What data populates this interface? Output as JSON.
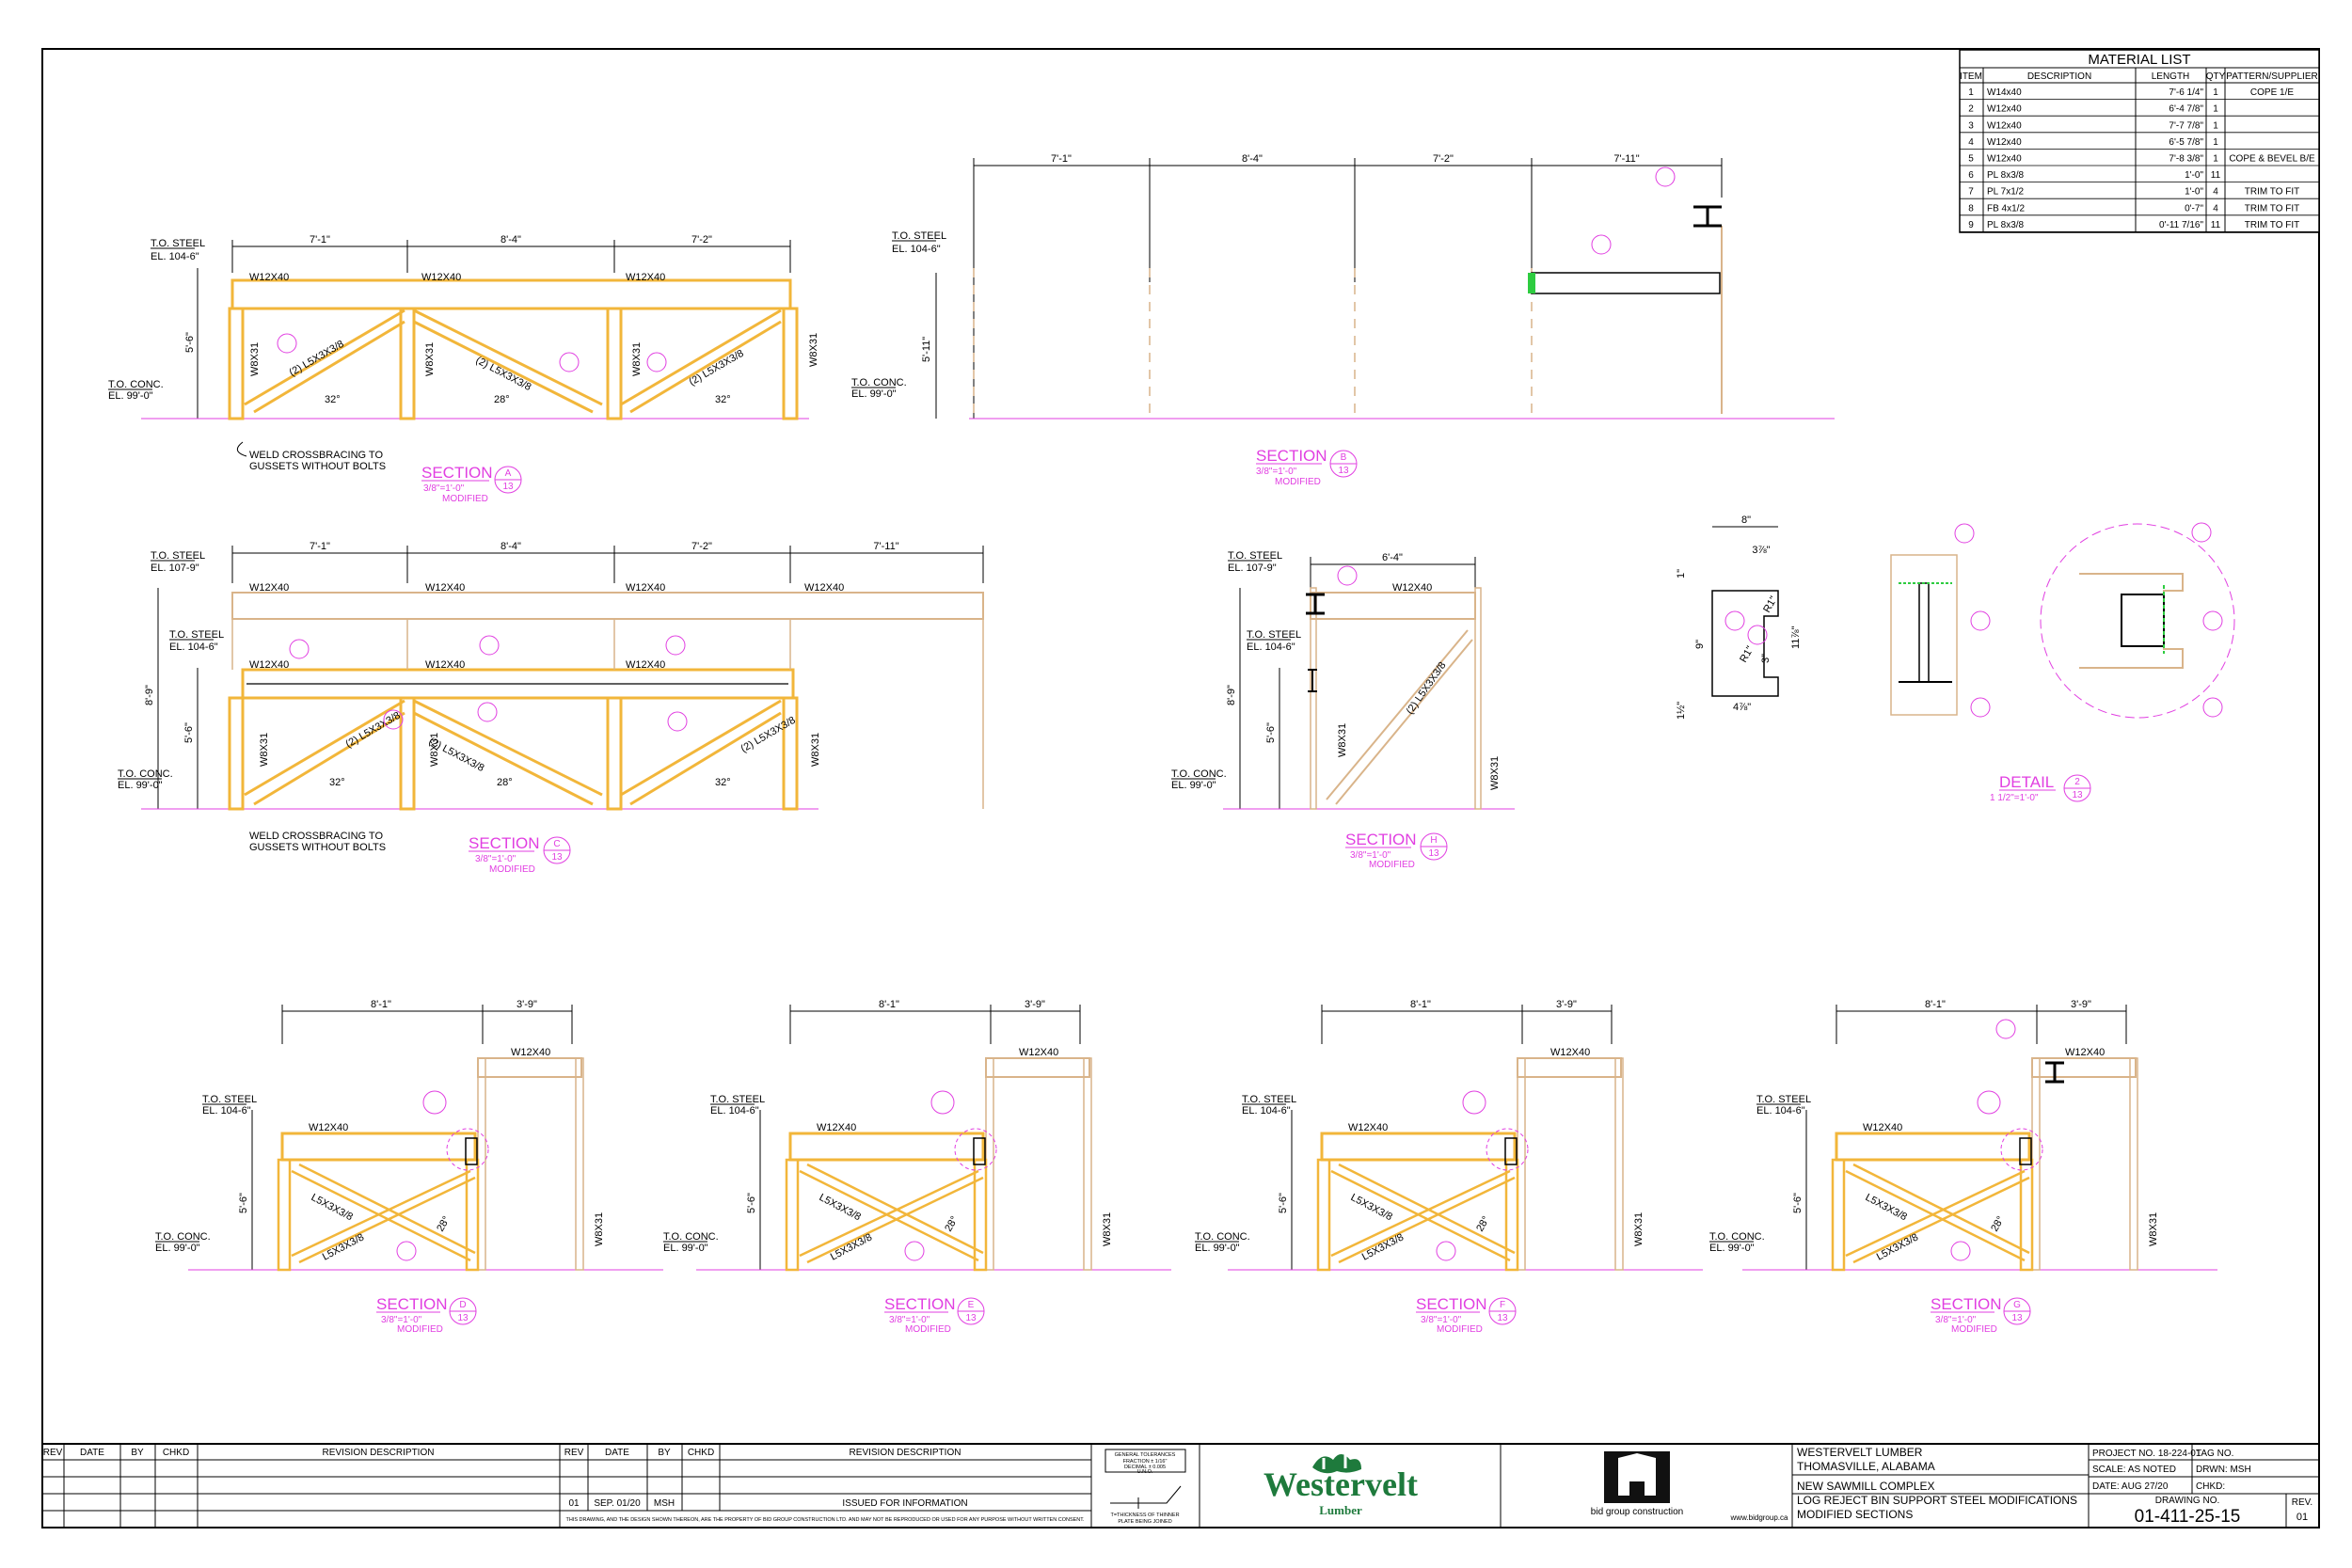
{
  "material_list": {
    "title": "MATERIAL LIST",
    "headers": [
      "ITEM",
      "DESCRIPTION",
      "LENGTH",
      "QTY",
      "PATTERN/SUPPLIER"
    ],
    "rows": [
      [
        "1",
        "W14x40",
        "7'-6 1/4\"",
        "1",
        "COPE 1/E"
      ],
      [
        "2",
        "W12x40",
        "6'-4 7/8\"",
        "1",
        ""
      ],
      [
        "3",
        "W12x40",
        "7'-7 7/8\"",
        "1",
        ""
      ],
      [
        "4",
        "W12x40",
        "6'-5 7/8\"",
        "1",
        ""
      ],
      [
        "5",
        "W12x40",
        "7'-8 3/8\"",
        "1",
        "COPE & BEVEL B/E"
      ],
      [
        "6",
        "PL 8x3/8",
        "1'-0\"",
        "11",
        ""
      ],
      [
        "7",
        "PL 7x1/2",
        "1'-0\"",
        "4",
        "TRIM TO FIT"
      ],
      [
        "8",
        "FB 4x1/2",
        "0'-7\"",
        "4",
        "TRIM TO FIT"
      ],
      [
        "9",
        "PL 8x3/8",
        "0'-11 7/16\"",
        "11",
        "TRIM TO FIT"
      ]
    ]
  },
  "labels": {
    "to_steel": "T.O. STEEL",
    "to_conc": "T.O. CONC.",
    "el_1046": "EL. 104-6\"",
    "el_1079": "EL. 107-9\"",
    "el_990": "EL. 99'-0\"",
    "w12x40": "W12X40",
    "w8x31": "W8X31",
    "brace_45": "(2) L5X3X3/8",
    "brace_l5": "L5X3X3/8",
    "weld_note_1": "WELD CROSSBRACING TO",
    "weld_note_2": "GUSSETS WITHOUT BOLTS",
    "scale": "3/8\"=1'-0\"",
    "modified": "MODIFIED",
    "section": "SECTION",
    "detail": "DETAIL",
    "detail_scale": "1 1/2\"=1'-0\"",
    "sheet_no": "13"
  },
  "dims": {
    "d71": "7'-1\"",
    "d84": "8'-4\"",
    "d72": "7'-2\"",
    "d711": "7'-11\"",
    "d56": "5'-6\"",
    "d511": "5'-11\"",
    "d89": "8'-9\"",
    "d64": "6'-4\"",
    "d81": "8'-1\"",
    "d39": "3'-9\"",
    "a32": "32°",
    "a28": "28°",
    "det_8": "8\"",
    "det_318": "3⅞\"",
    "det_9": "9\"",
    "det_1": "1\"",
    "det_1116": "11⅞\"",
    "det_12": "1½\"",
    "det_434": "4⅞\"",
    "det_r1a": "R1\"",
    "det_r1b": "R1\"",
    "det_3": "3\""
  },
  "sections": {
    "a": "A",
    "b": "B",
    "c": "C",
    "h": "H",
    "d": "D",
    "e": "E",
    "f": "F",
    "g": "G",
    "det": "2"
  },
  "title_block": {
    "rev_headers": [
      "REV",
      "DATE",
      "BY",
      "CHKD",
      "REVISION DESCRIPTION"
    ],
    "rev_row": [
      "01",
      "SEP. 01/20",
      "MSH",
      "",
      "ISSUED FOR INFORMATION"
    ],
    "property_note": "THIS DRAWING, AND THE DESIGN SHOWN THEREON, ARE THE PROPERTY OF BID GROUP CONSTRUCTION LTD. AND MAY NOT BE REPRODUCED OR USED FOR ANY PURPOSE WITHOUT WRITTEN CONSENT.",
    "tolerances_title": "GENERAL TOLERANCES",
    "tolerances_1": "FRACTION ± 1/16\"",
    "tolerances_2": "DECIMAL ± 0.005",
    "tolerances_3": "U.N.O.",
    "thickness_note_1": "T=THICKNESS OF THINNER",
    "thickness_note_2": "PLATE BEING JOINED",
    "logo_westervelt": "Westervelt",
    "logo_lumber": "Lumber",
    "logo_bid": "bid group construction",
    "web": "www.bidgroup.ca",
    "client_1": "WESTERVELT LUMBER",
    "client_2": "THOMASVILLE, ALABAMA",
    "proj_1": "NEW SAWMILL COMPLEX",
    "proj_2": "LOG REJECT BIN SUPPORT STEEL MODIFICATIONS",
    "proj_3": "MODIFIED SECTIONS",
    "project_no": "PROJECT NO. 18-224-01",
    "tag_no": "TAG NO.",
    "scale": "SCALE: AS NOTED",
    "drwn": "DRWN: MSH",
    "date": "DATE: AUG 27/20",
    "chkd": "CHKD:",
    "drawing_no_label": "DRAWING NO.",
    "drawing_no": "01-411-25-15",
    "rev_label": "REV.",
    "rev": "01"
  },
  "colors": {
    "steel_new": "#f2b63a",
    "existing": "#d9b48a",
    "annotation": "#e13fe1",
    "ink": "#000000"
  }
}
